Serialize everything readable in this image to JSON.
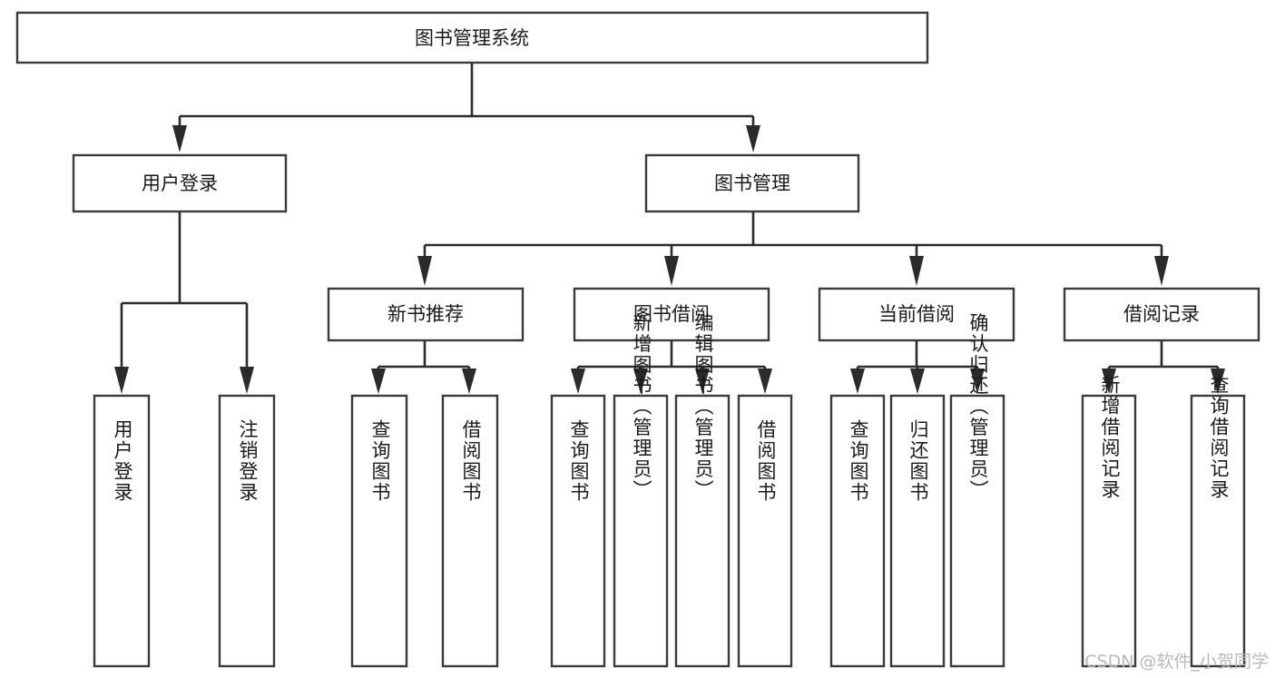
{
  "diagram": {
    "type": "tree-hierarchy-chart",
    "title": "图书管理系统",
    "orientation": "top-down",
    "colors": {
      "box_stroke": "#3a3a3a",
      "box_fill": "#ffffff",
      "connector": "#2b2b2b",
      "text": "#1a1a1a",
      "watermark": "#b9b9b9",
      "background": "#ffffff"
    },
    "root": {
      "label": "图书管理系统",
      "orientation": "horizontal"
    },
    "level2": [
      {
        "label": "用户登录",
        "orientation": "horizontal"
      },
      {
        "label": "图书管理",
        "orientation": "horizontal"
      }
    ],
    "level3": [
      {
        "label": "新书推荐",
        "orientation": "horizontal"
      },
      {
        "label": "图书借阅",
        "orientation": "horizontal"
      },
      {
        "label": "当前借阅",
        "orientation": "horizontal"
      },
      {
        "label": "借阅记录",
        "orientation": "horizontal"
      }
    ],
    "leaves": {
      "user_login": [
        {
          "label": "用户登录",
          "orientation": "vertical"
        },
        {
          "label": "注销登录",
          "orientation": "vertical"
        }
      ],
      "new_book_recommend": [
        {
          "label": "查询图书",
          "orientation": "vertical"
        },
        {
          "label": "借阅图书",
          "orientation": "vertical"
        }
      ],
      "book_borrow": [
        {
          "label": "查询图书",
          "orientation": "vertical"
        },
        {
          "label": "新增图书（管理员）",
          "orientation": "vertical"
        },
        {
          "label": "编辑图书（管理员）",
          "orientation": "vertical"
        },
        {
          "label": "借阅图书",
          "orientation": "vertical"
        }
      ],
      "current_borrow": [
        {
          "label": "查询图书",
          "orientation": "vertical"
        },
        {
          "label": "归还图书",
          "orientation": "vertical"
        },
        {
          "label": "确认归还（管理员）",
          "orientation": "vertical"
        }
      ],
      "borrow_record": [
        {
          "label": "新增借阅记录",
          "orientation": "vertical"
        },
        {
          "label": "查询借阅记录",
          "orientation": "vertical"
        }
      ]
    }
  },
  "watermark": {
    "text": "CSDN @软件_小贺同学"
  }
}
